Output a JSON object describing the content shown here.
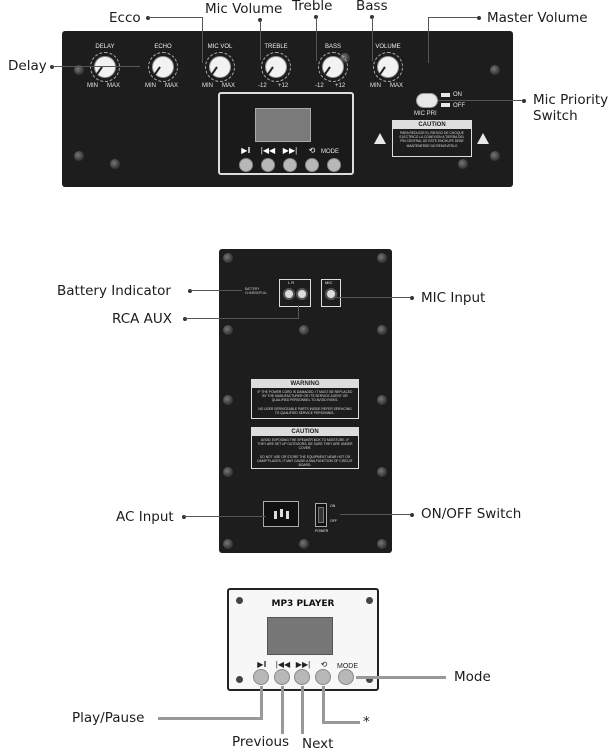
{
  "top_panel": {
    "knobs": [
      {
        "label": "DELAY",
        "min": "MIN",
        "max": "MAX"
      },
      {
        "label": "ECHO",
        "min": "MIN",
        "max": "MAX"
      },
      {
        "label": "MIC VOL",
        "min": "MIN",
        "max": "MAX"
      },
      {
        "label": "TREBLE",
        "min": "-12",
        "max": "+12"
      },
      {
        "label": "BASS",
        "min": "-12",
        "max": "+12"
      },
      {
        "label": "VOLUME",
        "min": "MIN",
        "max": "MAX"
      }
    ],
    "mic_pri": {
      "label": "MIC PRI",
      "on": "ON",
      "off": "OFF"
    },
    "mode_label": "MODE",
    "caution": {
      "title": "CAUTION",
      "text": "PARA REDUCIR EL RIESGO DE CHOQUE ELECTRICO LA CONEXION A TIERRA DEL PIN CENTRAL DE ESTE ENCHUFE DEBE MANTENERSE NO REMOVERLO"
    }
  },
  "top_callouts": {
    "delay": "Delay",
    "ecco": "Ecco",
    "mic_volume": "Mic Volume",
    "treble": "Treble",
    "bass": "Bass",
    "master_volume": "Master Volume",
    "mic_priority_line1": "Mic Priority",
    "mic_priority_line2": "Switch"
  },
  "back_panel": {
    "battery_text_line1": "BATTERY",
    "battery_text_line2": "CHARGE/FULL",
    "rca_label": "L  R",
    "mic_label": "MIC",
    "warning": {
      "title": "WARNING",
      "text1": "IF THE POWER CORD IS DAMAGED, IT MUST BE REPLACED BY THE MANUFACTURER OR ITS SERVICE AGENT OR QUALIFIED PERSONNEL TO AVOID RISKS.",
      "text2": "NO USER SERVICEABLE PARTS INSIDE REFER SERVICING TO QUALIFIED SERVICE PERSONNEL."
    },
    "caution": {
      "title": "CAUTION",
      "text1": "AVOID EXPOSING THE SPEAKER BOX TO MOISTURE. IF THEY ARE SET UP OUTDOORS, BE SURE THEY ARE UNDER COVER.",
      "text2": "DO NOT USE OR STORE THE EQUIPMENT NEAR HOT OR DAMP PLACES, IT MAY CAUSE A MALFUNCTION OF CIRCUIT BOARD."
    },
    "switch_on": "ON",
    "switch_off": "OFF",
    "switch_label": "POWER"
  },
  "back_callouts": {
    "battery_indicator": "Battery Indicator",
    "rca_aux": "RCA AUX",
    "mic_input": "MIC Input",
    "ac_input": "AC Input",
    "on_off_switch": "ON/OFF Switch"
  },
  "mp3_module": {
    "title": "MP3 PLAYER",
    "mode_label": "MODE"
  },
  "mp3_callouts": {
    "mode": "Mode",
    "play_pause": "Play/Pause",
    "previous": "Previous",
    "next": "Next",
    "asterisk": "*"
  }
}
